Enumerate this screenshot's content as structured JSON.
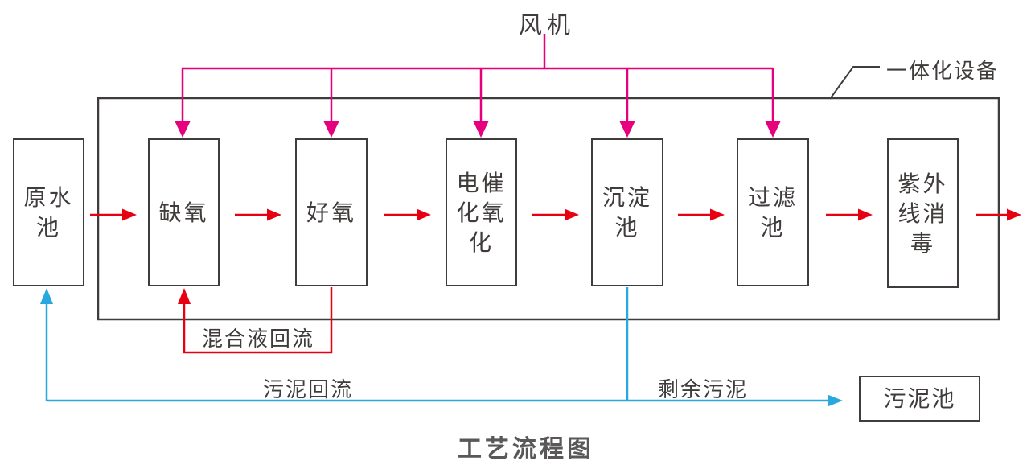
{
  "title": "工艺流程图",
  "fan": {
    "label": "风机"
  },
  "integrated_unit": {
    "label": "一体化设备"
  },
  "boxes": {
    "raw_water": "原水池",
    "anoxic": "缺氧",
    "aerobic": "好氧",
    "electrocatalytic": "电催化氧化",
    "sedimentation": "沉淀池",
    "filtration": "过滤池",
    "uv_disinfection": "紫外线消毒",
    "sludge_tank": "污泥池"
  },
  "flows": {
    "mixed_liquor_return": "混合液回流",
    "sludge_return": "污泥回流",
    "excess_sludge": "剩余污泥"
  },
  "colors": {
    "process_flow": "#e60012",
    "air_supply": "#e6007e",
    "sludge_flow": "#29a8e0",
    "outline": "#3f3c3b"
  }
}
